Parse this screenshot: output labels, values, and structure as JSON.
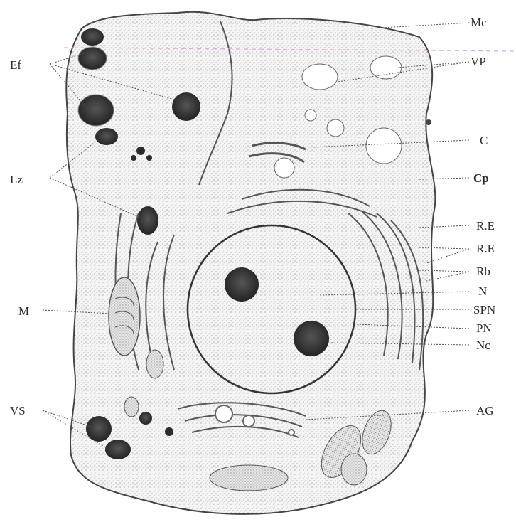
{
  "labels": {
    "Ef": "Ef",
    "Lz": "Lz",
    "M": "M",
    "VS": "VS",
    "Mc": "Mc",
    "VP": "VP",
    "C": "C",
    "Cp": "Cp",
    "RE_1": "R.E",
    "RE_2": "R.E",
    "Rb": "Rb",
    "N": "N",
    "SPN": "SPN",
    "PN": "PN",
    "Nc": "Nc",
    "AG": "AG"
  },
  "colors": {
    "background": "#ffffff",
    "ink": "#2a2a2a",
    "stipple": "#9a9a9a",
    "dark_granule": "#2b2b2b"
  }
}
